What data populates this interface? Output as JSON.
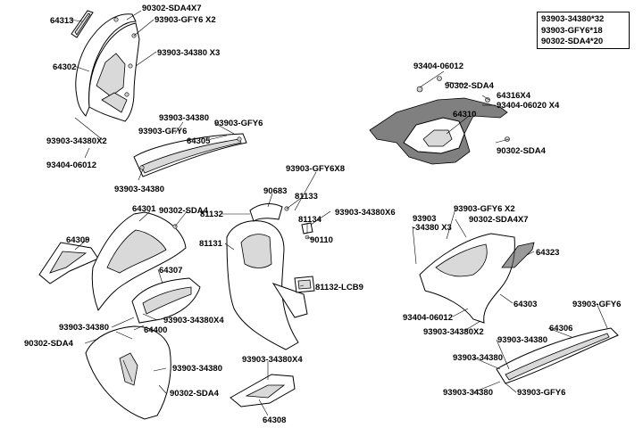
{
  "summary_box": [
    "93903-34380*32",
    "93903-GFY6*18",
    "90302-SDA4*20"
  ],
  "labels": [
    {
      "id": "l01",
      "text": "64313"
    },
    {
      "id": "l02",
      "text": "90302-SDA4X7"
    },
    {
      "id": "l03",
      "text": "93903-GFY6 X2"
    },
    {
      "id": "l04",
      "text": "93903-34380 X3"
    },
    {
      "id": "l05",
      "text": "64302"
    },
    {
      "id": "l06",
      "text": "93903-34380"
    },
    {
      "id": "l07",
      "text": "93903-GFY6"
    },
    {
      "id": "l08",
      "text": "93903-GFY6"
    },
    {
      "id": "l09",
      "text": "64305"
    },
    {
      "id": "l10",
      "text": "93903-34380X2"
    },
    {
      "id": "l11",
      "text": "93404-06012"
    },
    {
      "id": "l12",
      "text": "93903-34380"
    },
    {
      "id": "l13",
      "text": "93404-06012"
    },
    {
      "id": "l14",
      "text": "90302-SDA4"
    },
    {
      "id": "l15",
      "text": "64316X4"
    },
    {
      "id": "l16",
      "text": "93404-06020 X4"
    },
    {
      "id": "l17",
      "text": "64310"
    },
    {
      "id": "l18",
      "text": "90302-SDA4"
    },
    {
      "id": "l19",
      "text": "93903-GFY6X8"
    },
    {
      "id": "l20",
      "text": "90683"
    },
    {
      "id": "l21",
      "text": "81133"
    },
    {
      "id": "l22",
      "text": "93903-34380X6"
    },
    {
      "id": "l23",
      "text": "64301"
    },
    {
      "id": "l24",
      "text": "90302-SDA4"
    },
    {
      "id": "l25",
      "text": "81132"
    },
    {
      "id": "l26",
      "text": "81134"
    },
    {
      "id": "l27",
      "text": "64309"
    },
    {
      "id": "l28",
      "text": "81131"
    },
    {
      "id": "l29",
      "text": "90110"
    },
    {
      "id": "l30",
      "text": "64307"
    },
    {
      "id": "l31",
      "text": "81132-LCB9"
    },
    {
      "id": "l32",
      "text": "93903-34380X4"
    },
    {
      "id": "l33",
      "text": "93903-34380"
    },
    {
      "id": "l34",
      "text": "90302-SDA4"
    },
    {
      "id": "l35",
      "text": "64400"
    },
    {
      "id": "l36",
      "text": "93903-34380"
    },
    {
      "id": "l37",
      "text": "93903-34380X4"
    },
    {
      "id": "l38",
      "text": "90302-SDA4"
    },
    {
      "id": "l39",
      "text": "64308"
    },
    {
      "id": "l40",
      "text": "93903-GFY6 X2"
    },
    {
      "id": "l41",
      "text": "93903"
    },
    {
      "id": "l42",
      "text": "90302-SDA4X7"
    },
    {
      "id": "l43",
      "text": "-34380 X3"
    },
    {
      "id": "l44",
      "text": "64323"
    },
    {
      "id": "l45",
      "text": "64303"
    },
    {
      "id": "l46",
      "text": "93404-06012"
    },
    {
      "id": "l47",
      "text": "93903-34380X2"
    },
    {
      "id": "l48",
      "text": "93903-GFY6"
    },
    {
      "id": "l49",
      "text": "64306"
    },
    {
      "id": "l50",
      "text": "93903-34380"
    },
    {
      "id": "l51",
      "text": "93903-34380"
    },
    {
      "id": "l52",
      "text": "93903-34380"
    },
    {
      "id": "l53",
      "text": "93903-GFY6"
    }
  ]
}
